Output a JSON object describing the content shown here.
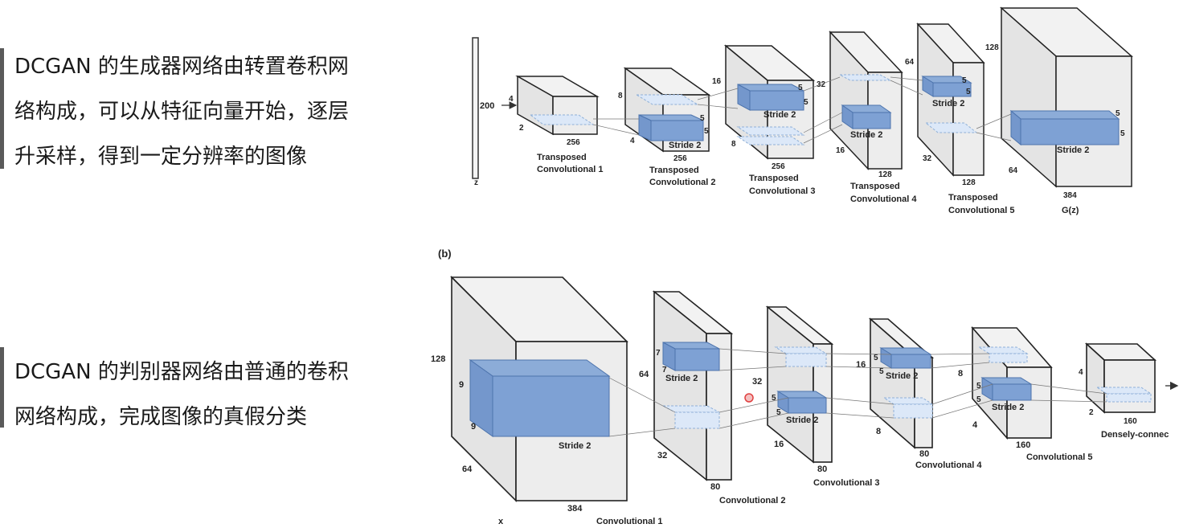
{
  "left_text": {
    "block1": [
      "DCGAN 的生成器网络由转置卷积网",
      "络构成，可以从特征向量开始，逐层",
      "升采样，得到一定分辨率的图像"
    ],
    "block2": [
      "DCGAN 的判别器网络由普通的卷积",
      "网络构成，完成图像的真假分类"
    ]
  },
  "generator": {
    "z_label": "z",
    "z_size": "200",
    "layers": [
      {
        "caption": [
          "Transposed",
          "Convolutional 1"
        ],
        "h": "4",
        "d": "2",
        "w": "256"
      },
      {
        "caption": [
          "Transposed",
          "Convolutional 2"
        ],
        "h": "8",
        "d": "4",
        "w": "256",
        "k1": "5",
        "k2": "5",
        "stride": "Stride 2"
      },
      {
        "caption": [
          "Transposed",
          "Convolutional 3"
        ],
        "h": "16",
        "d": "8",
        "w": "256",
        "k1": "5",
        "k2": "5",
        "stride": "Stride 2"
      },
      {
        "caption": [
          "Transposed",
          "Convolutional 4"
        ],
        "h": "32",
        "d": "16",
        "w": "128",
        "k1": "5",
        "k2": "5",
        "stride": "Stride 2"
      },
      {
        "caption": [
          "Transposed",
          "Convolutional 5"
        ],
        "h": "64",
        "d": "32",
        "w": "128",
        "k1": "5",
        "k2": "5",
        "stride": "Stride 2"
      },
      {
        "caption": [
          "G(z)"
        ],
        "h": "128",
        "d": "64",
        "w": "384",
        "k1": "5",
        "k2": "5",
        "stride": "Stride 2"
      }
    ]
  },
  "discriminator": {
    "panel_label": "(b)",
    "layers": [
      {
        "caption": "Convolutional 1",
        "h": "128",
        "d": "64",
        "w": "384",
        "k1": "9",
        "k2": "9",
        "stride": "Stride 2",
        "x_label": "x"
      },
      {
        "caption": "Convolutional 2",
        "h": "64",
        "d": "32",
        "w": "80",
        "k1": "7",
        "k2": "7",
        "stride": "Stride 2"
      },
      {
        "caption": "Convolutional 3",
        "h": "32",
        "d": "16",
        "w": "80",
        "k1": "5",
        "k2": "5",
        "stride": "Stride 2"
      },
      {
        "caption": "Convolutional 4",
        "h": "16",
        "d": "8",
        "w": "80",
        "k1": "5",
        "k2": "5",
        "stride": "Stride 2"
      },
      {
        "caption": "Convolutional 5",
        "h": "8",
        "d": "4",
        "w": "160",
        "k1": "5",
        "k2": "5",
        "stride": "Stride 2"
      },
      {
        "caption": "Densely-connec",
        "h": "4",
        "d": "2",
        "w": "160"
      }
    ]
  }
}
